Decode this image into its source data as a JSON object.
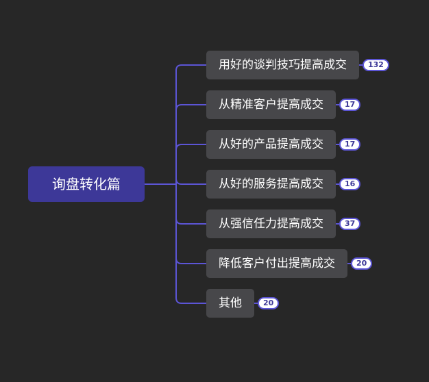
{
  "colors": {
    "background": "#272727",
    "root_fill": "#3d3898",
    "topic_fill": "#47474a",
    "connector": "#5c55d6",
    "badge_fill": "#ffffff",
    "badge_border": "#5c55d6",
    "badge_text": "#3d3898",
    "text": "#ffffff"
  },
  "root": {
    "label": "询盘转化篇"
  },
  "topics": [
    {
      "label": "用好的谈判技巧提高成交",
      "count": "132"
    },
    {
      "label": "从精准客户提高成交",
      "count": "17"
    },
    {
      "label": "从好的产品提高成交",
      "count": "17"
    },
    {
      "label": "从好的服务提高成交",
      "count": "16"
    },
    {
      "label": "从强信任力提高成交",
      "count": "37"
    },
    {
      "label": "降低客户付出提高成交",
      "count": "20"
    },
    {
      "label": "其他",
      "count": "20"
    }
  ]
}
